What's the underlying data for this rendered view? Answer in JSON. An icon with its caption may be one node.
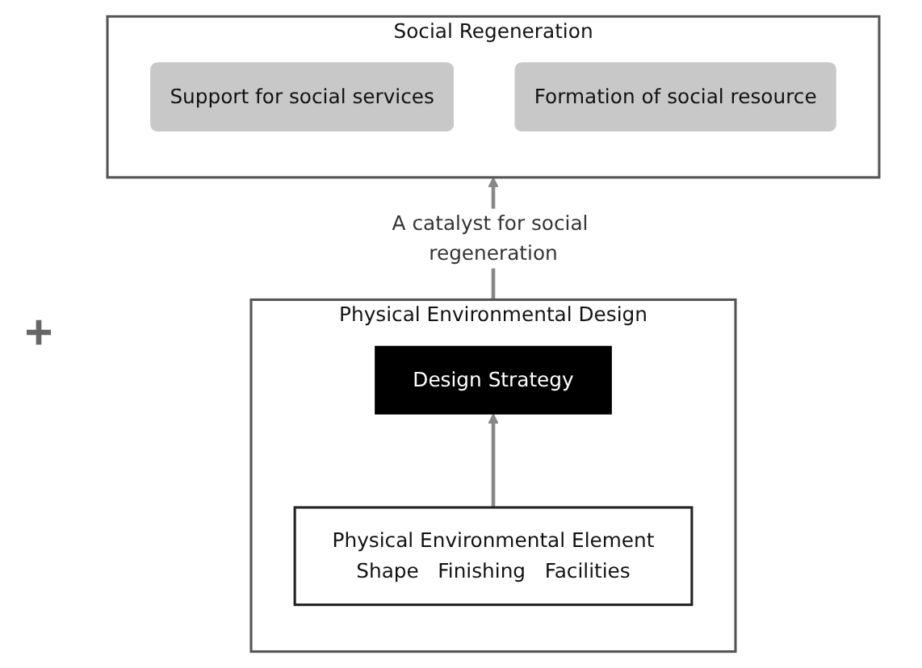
{
  "diagram": {
    "nodes": [
      {
        "text": [
          "Social Regeneration"
        ]
      },
      {
        "text": [
          "Support for social services"
        ],
        "in": 0
      },
      {
        "text": [
          "Formation of social resource"
        ],
        "in": 0
      },
      {
        "text": [
          "Physical Environmental Design"
        ]
      },
      {
        "text": [
          "Design Strategy"
        ],
        "in": 3
      },
      {
        "text": [
          "Physical Environmental Element",
          "Shape",
          "Finishing",
          "Facilities"
        ],
        "in": 3
      }
    ],
    "edges": [
      {
        "from": 3,
        "to": 0,
        "arrow": "to",
        "label": "A catalyst for social regeneration"
      },
      {
        "from": 5,
        "to": 4,
        "arrow": "to"
      }
    ],
    "labels": [
      "+"
    ]
  }
}
